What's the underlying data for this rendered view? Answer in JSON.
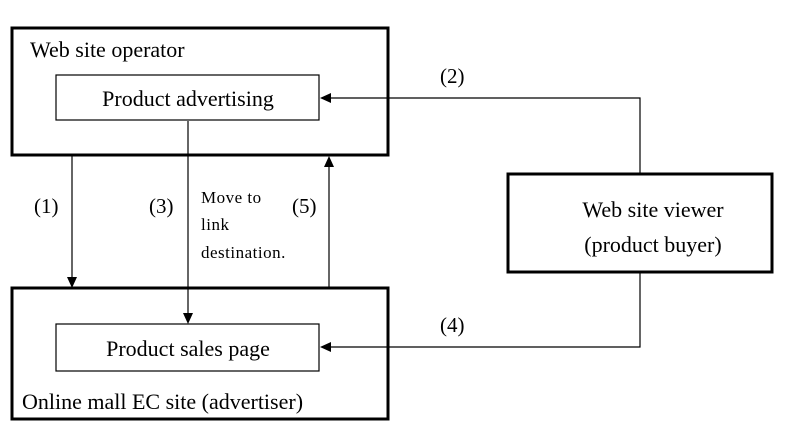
{
  "boxes": {
    "operator": {
      "title": "Web site operator"
    },
    "advertising": {
      "label": "Product advertising"
    },
    "viewer": {
      "line1": "Web site viewer",
      "line2": "(product buyer)"
    },
    "mall": {
      "title": "Online mall EC site (advertiser)"
    },
    "sales_page": {
      "label": "Product sales page"
    }
  },
  "steps": {
    "s1": "(1)",
    "s2": "(2)",
    "s3": "(3)",
    "s4": "(4)",
    "s5": "(5)"
  },
  "note": {
    "line1": "Move to",
    "line2": "link",
    "line3": "destination."
  }
}
